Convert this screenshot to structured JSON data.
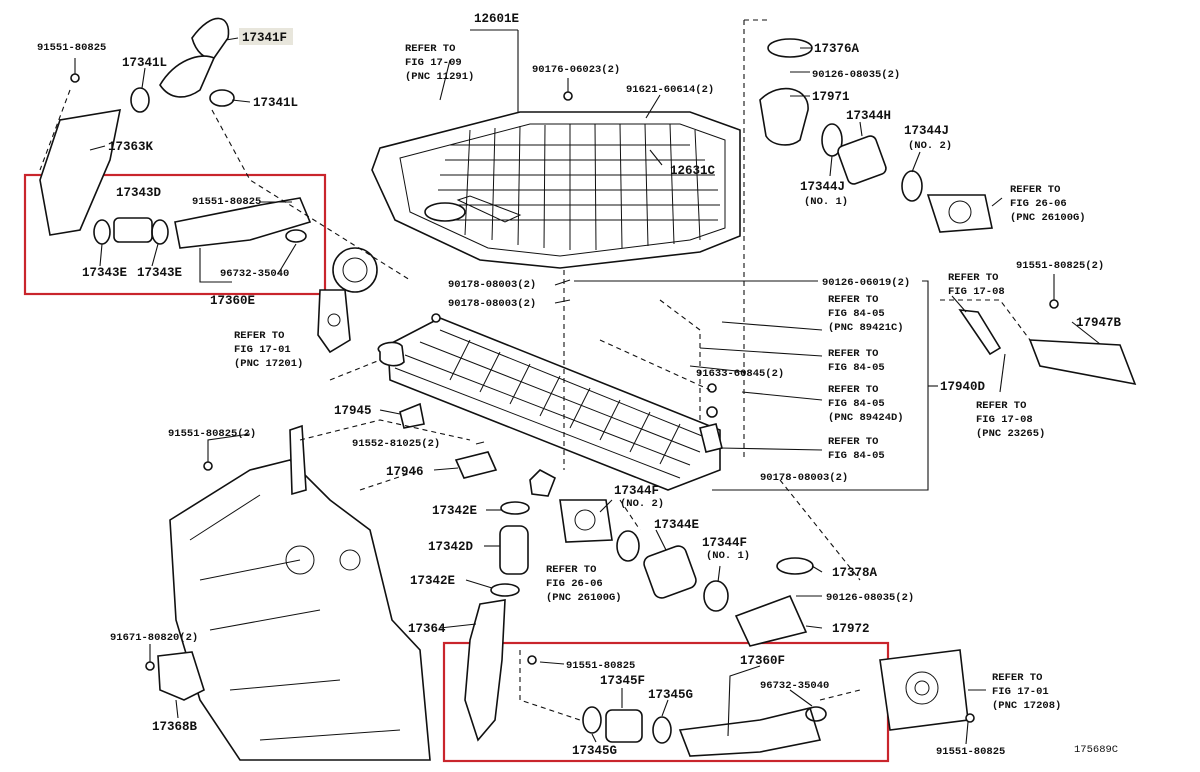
{
  "colors": {
    "ink": "#111111",
    "highlight": "#c9252c",
    "tag_bg": "#e8e6dc"
  },
  "labels": {
    "p17341F": "17341F",
    "p91551_tl": "91551-80825",
    "p17341L_a": "17341L",
    "p17341L_b": "17341L",
    "p17363K": "17363K",
    "p17343D": "17343D",
    "p91551_box1": "91551-80825",
    "p17343E_a": "17343E",
    "p17343E_b": "17343E",
    "p96732_a": "96732-35040",
    "p17360E": "17360E",
    "refer_17201": [
      "REFER TO",
      "FIG 17-01",
      "(PNC 17201)"
    ],
    "p12601E": "12601E",
    "refer_11291": [
      "REFER TO",
      "FIG 17-09",
      "(PNC 11291)"
    ],
    "p90176": "90176-06023(2)",
    "p91621": "91621-60614(2)",
    "p12631C": "12631C",
    "p17376A": "17376A",
    "p90126_top": "90126-08035(2)",
    "p17971": "17971",
    "p17344H": "17344H",
    "p17344J_a": [
      "17344J",
      "(NO. 2)"
    ],
    "p17344J_b": [
      "17344J",
      "(NO. 1)"
    ],
    "refer_26100G_top": [
      "REFER TO",
      "FIG 26-06",
      "(PNC 26100G)"
    ],
    "p90178_a": "90178-08003(2)",
    "p90178_b": "90178-08003(2)",
    "p90126_06019": "90126-06019(2)",
    "refer_89421C": [
      "REFER TO",
      "FIG 84-05",
      "(PNC 89421C)"
    ],
    "refer_8405_a": [
      "REFER TO",
      "FIG 84-05"
    ],
    "p91633": "91633-60845(2)",
    "refer_89424D": [
      "REFER TO",
      "FIG 84-05",
      "(PNC 89424D)"
    ],
    "refer_8405_b": [
      "REFER TO",
      "FIG 84-05"
    ],
    "p17940D": "17940D",
    "refer_1708_a": [
      "REFER TO",
      "FIG 17-08"
    ],
    "p91551_right": "91551-80825(2)",
    "p17947B": "17947B",
    "refer_23265": [
      "REFER TO",
      "FIG 17-08",
      "(PNC 23265)"
    ],
    "p17945": "17945",
    "p91551_left2": "91551-80825(2)",
    "p91552": "91552-81025(2)",
    "p17946": "17946",
    "p90178_c": "90178-08003(2)",
    "p17342E_a": "17342E",
    "p17344F_a": [
      "17344F",
      "(NO. 2)"
    ],
    "p17344E": "17344E",
    "p17344F_b": [
      "17344F",
      "(NO. 1)"
    ],
    "p17342D": "17342D",
    "refer_26100G_bot": [
      "REFER TO",
      "FIG 26-06",
      "(PNC 26100G)"
    ],
    "p17342E_b": "17342E",
    "p17378A": "17378A",
    "p90126_bot": "90126-08035(2)",
    "p17364": "17364",
    "p17972": "17972",
    "p91671": "91671-80820(2)",
    "p17368B": "17368B",
    "p91551_box2": "91551-80825",
    "p17360F": "17360F",
    "p17345F": "17345F",
    "p17345G_a": "17345G",
    "p96732_b": "96732-35040",
    "p17345G_b": "17345G",
    "refer_17208": [
      "REFER TO",
      "FIG 17-01",
      "(PNC 17208)"
    ],
    "p91551_br": "91551-80825",
    "figure_id": "175689C"
  }
}
